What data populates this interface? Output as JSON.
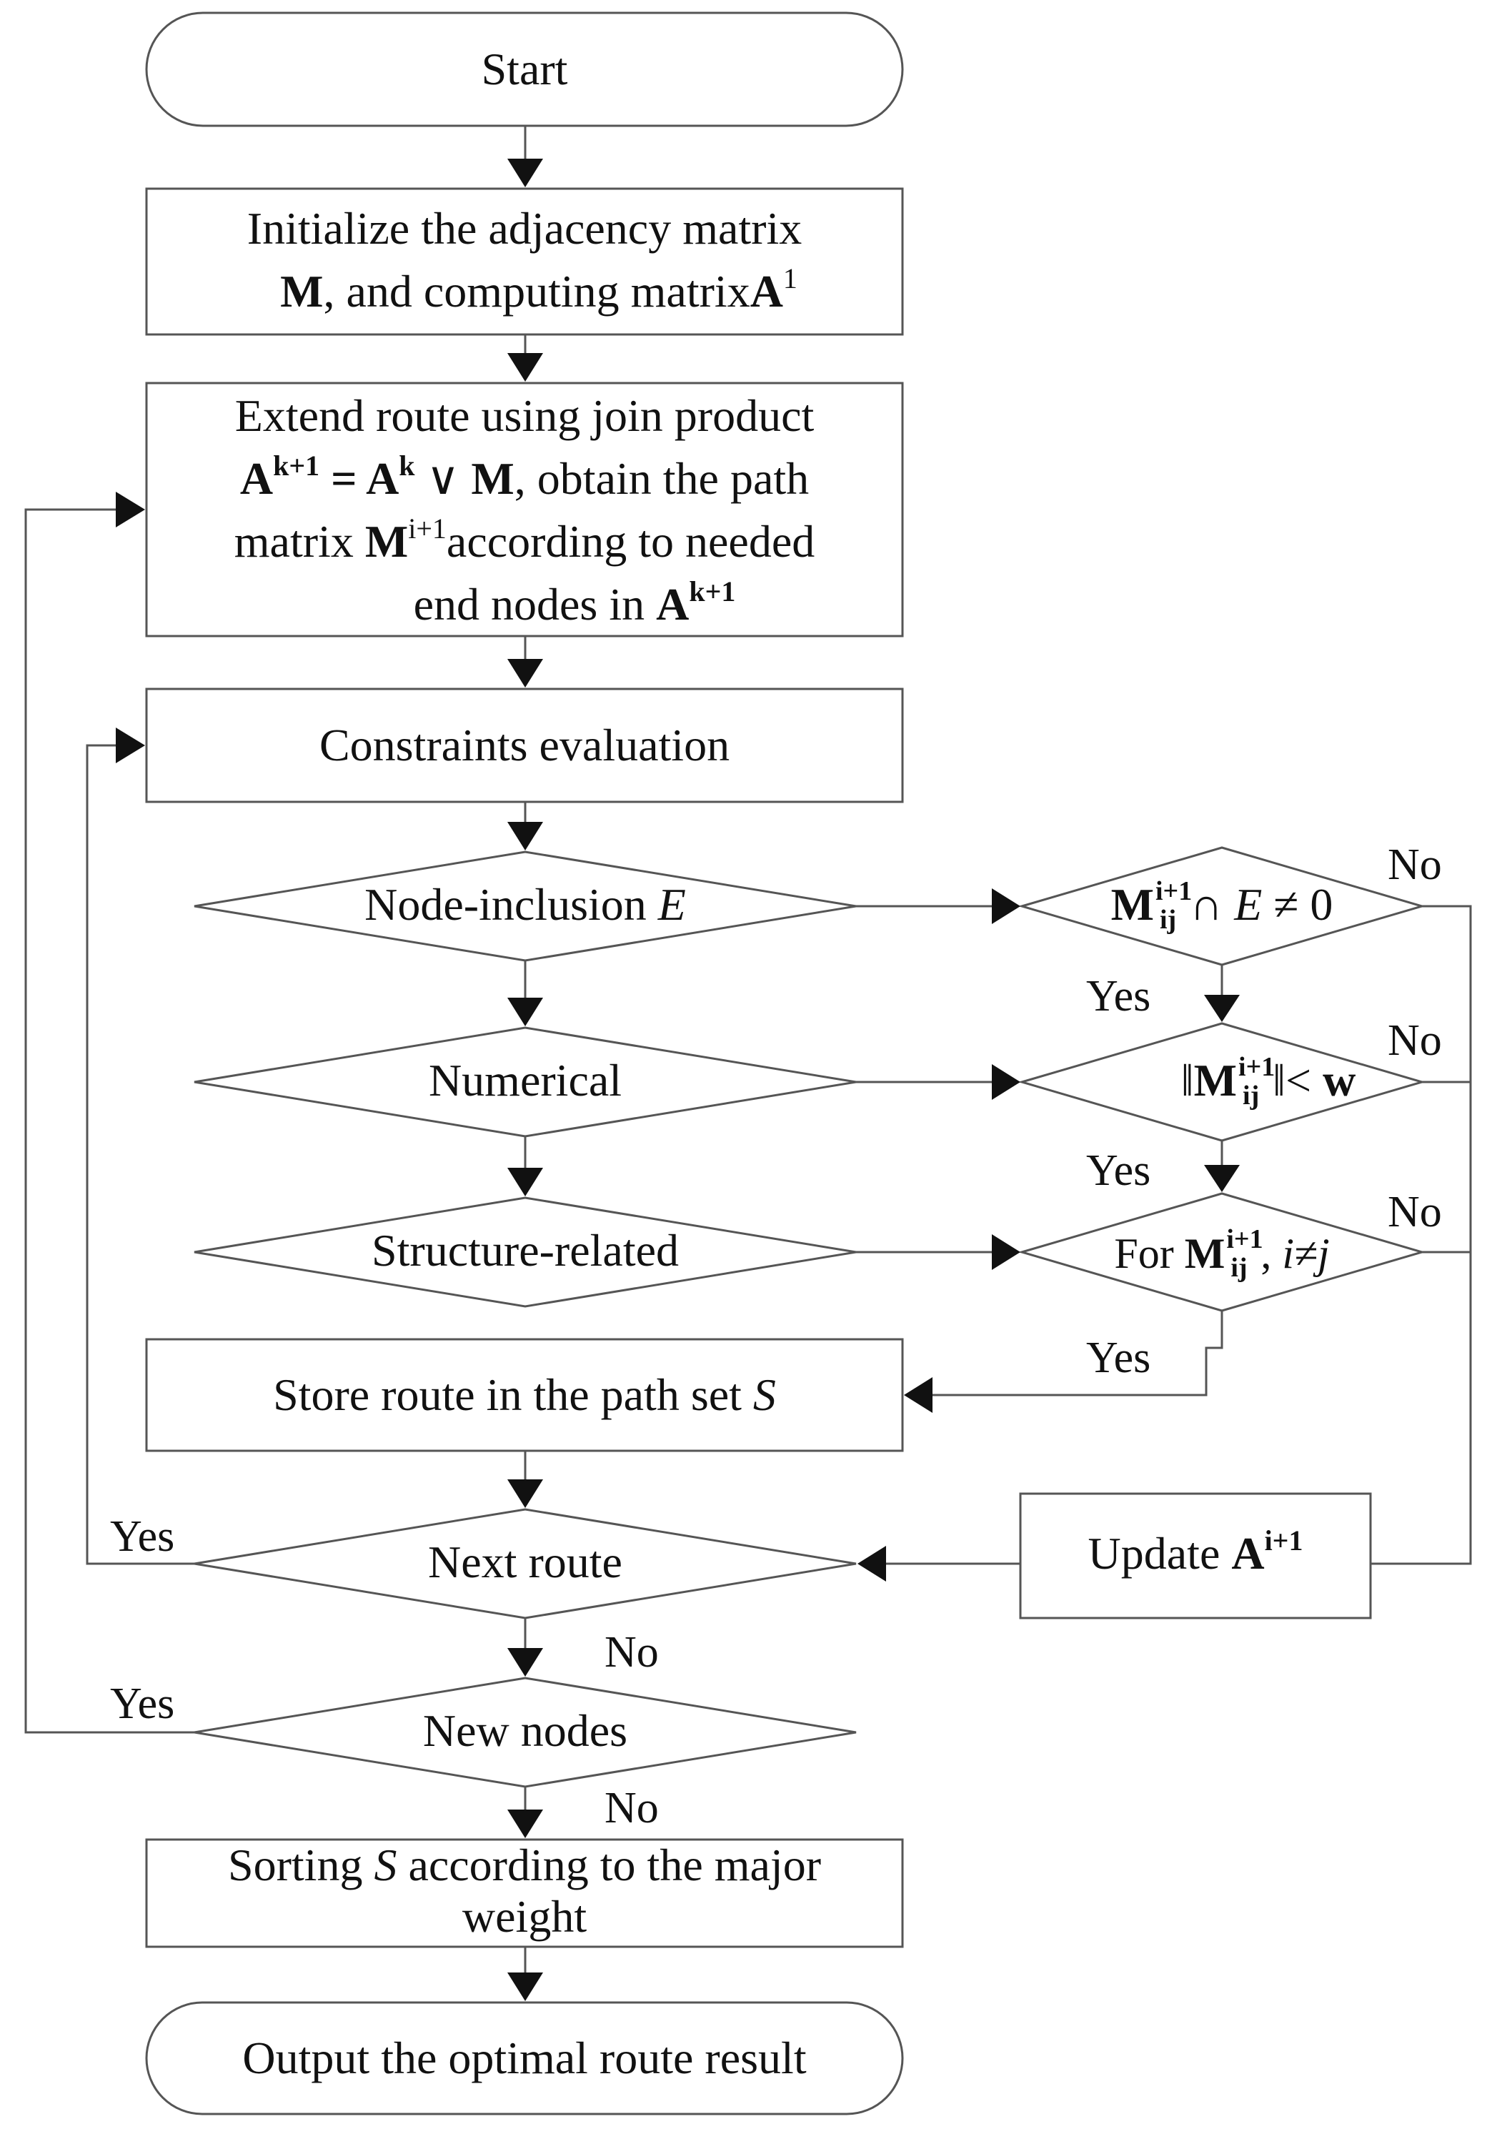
{
  "nodes": {
    "start": "Start",
    "init": {
      "line1": "Initialize the adjacency matrix",
      "line2_M": "M",
      "line2_text": ", and computing matrix",
      "line2_A": "A",
      "line2_sup": "1"
    },
    "extend": {
      "line1": "Extend route using join product",
      "A": "A",
      "sup_k1": "k+1",
      "eq": " = ",
      "sup_k": "k",
      "or": " ∨ ",
      "M": "M",
      "obtain": ", obtain the path",
      "matrix": "matrix ",
      "sup_i1": "i+1",
      "according": "according to needed",
      "end_nodes": "end nodes in "
    },
    "constraints": "Constraints evaluation",
    "node_inclusion": {
      "text": "Node-inclusion ",
      "E": "E"
    },
    "numerical": "Numerical",
    "structure": "Structure-related",
    "cond1": {
      "M": "M",
      "sup": "i+1",
      "sub": "ij",
      "op": "∩ ",
      "E": "E",
      "rest": " ≠ 0"
    },
    "cond2": {
      "open": "‖",
      "M": "M",
      "sup": "i+1",
      "sub": "ij",
      "close": "‖",
      "lt": "< ",
      "w": "w"
    },
    "cond3": {
      "for": "For ",
      "M": "M",
      "sup": "i+1",
      "sub": "ij",
      "comma": ", ",
      "ineq": "i≠j"
    },
    "store": {
      "text": "Store route in the path set ",
      "S": "S"
    },
    "next_route": "Next route",
    "update": {
      "text": "Update ",
      "A": "A",
      "sup": "i+1"
    },
    "new_nodes": "New nodes",
    "sorting": {
      "S": "S",
      "pre": "Sorting ",
      "line1": " according to the major",
      "line2": "weight"
    },
    "output": "Output the optimal route result"
  },
  "edge_labels": {
    "no1": "No",
    "yes1": "Yes",
    "no2": "No",
    "yes2": "Yes",
    "no3": "No",
    "yes3": "Yes",
    "yes_next": "Yes",
    "no_next": "No",
    "yes_new": "Yes",
    "no_new": "No"
  }
}
